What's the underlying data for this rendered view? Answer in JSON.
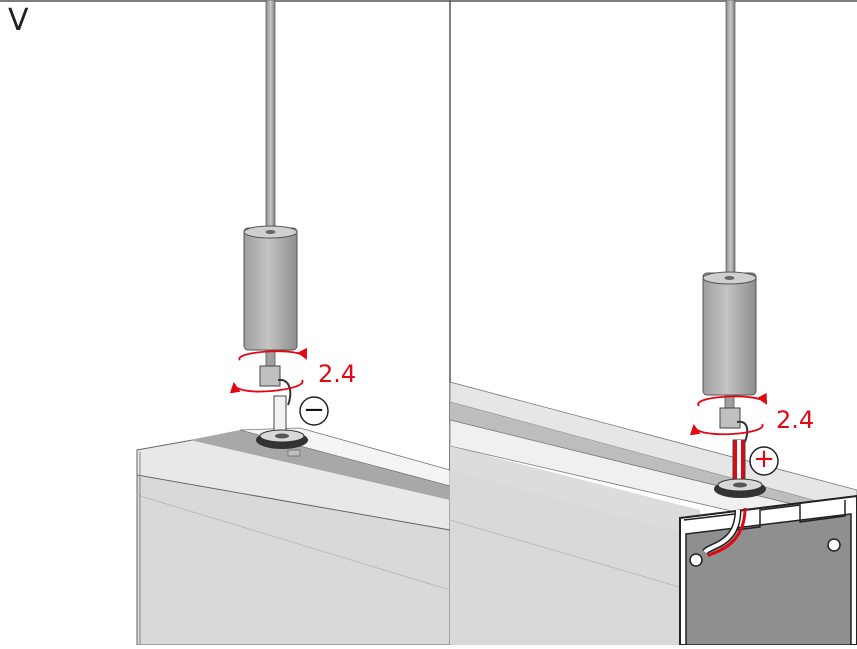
{
  "step_letter": "V",
  "panels": [
    {
      "id": "left",
      "adjust_label": "2.4",
      "polarity_symbol": "−",
      "polarity_meaning": "negative"
    },
    {
      "id": "right",
      "adjust_label": "2.4",
      "polarity_symbol": "+",
      "polarity_meaning": "positive"
    }
  ],
  "colors": {
    "accent": "#e30613",
    "rail_light": "#e4e4e4",
    "rail_mid": "#d2d2d2",
    "rail_dark": "#9a9a9a",
    "line": "#555555",
    "cylinder": "#b5b5b5"
  }
}
